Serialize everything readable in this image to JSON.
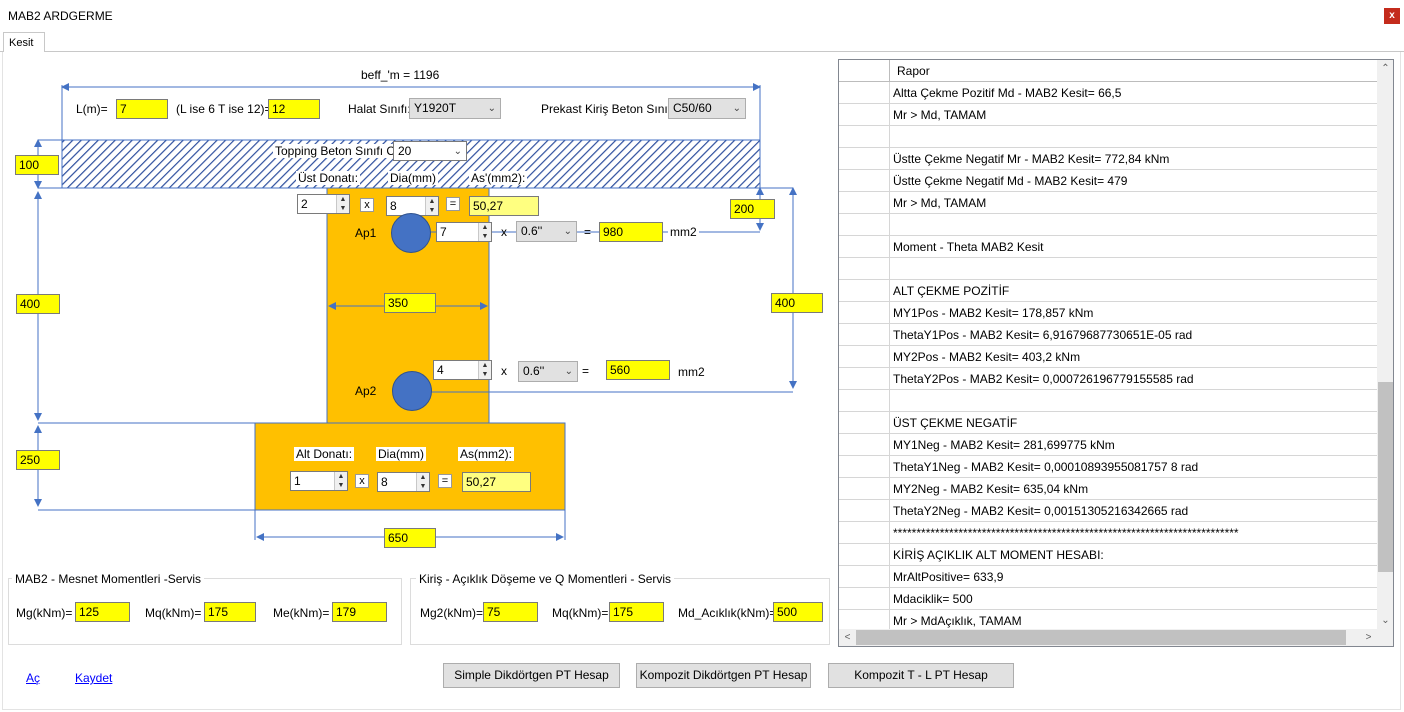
{
  "window": {
    "title": "MAB2 ARDGERME",
    "close": "x"
  },
  "tabs": [
    {
      "label": "Kesit"
    }
  ],
  "top": {
    "beff_label": "beff_'m = 1196",
    "L_label": "L(m)=",
    "L_value": "7",
    "L_cond_label": "(L ise 6 T ise 12)=",
    "L_cond_value": "12",
    "halat_label": "Halat Sınıfı:",
    "halat_value": "Y1920T",
    "prekast_label": "Prekast Kiriş Beton Sınıfı:",
    "prekast_value": "C50/60",
    "topping_label": "Topping Beton Sınıfı C:",
    "topping_value": "20"
  },
  "dims": {
    "d100": "100",
    "d200": "200",
    "d400_left": "400",
    "d400_right": "400",
    "d350": "350",
    "d250": "250",
    "d650": "650"
  },
  "ust": {
    "ust_label": "Üst Donatı:",
    "dia_label": "Dia(mm)",
    "as_label": "As'(mm2):",
    "count": "2",
    "x": "x",
    "dia": "8",
    "eq": "=",
    "as": "50,27"
  },
  "ap1": {
    "label": "Ap1",
    "count": "7",
    "x": "x",
    "size": "0.6''",
    "eq": "=",
    "area": "980",
    "unit": "mm2"
  },
  "ap2": {
    "label": "Ap2",
    "count": "4",
    "x": "x",
    "size": "0.6''",
    "eq": "=",
    "area": "560",
    "unit": "mm2"
  },
  "alt": {
    "alt_label": "Alt Donatı:",
    "dia_label": "Dia(mm)",
    "as_label": "As(mm2):",
    "count": "1",
    "x": "x",
    "dia": "8",
    "eq": "=",
    "as": "50,27"
  },
  "mesnet": {
    "title": "MAB2 - Mesnet Momentleri -Servis",
    "mg_label": "Mg(kNm)=",
    "mg": "125",
    "mq_label": "Mq(kNm)=",
    "mq": "175",
    "me_label": "Me(kNm)=",
    "me": "179"
  },
  "aciklik": {
    "title": "Kiriş - Açıklık Döşeme ve Q Momentleri - Servis",
    "mg2_label": "Mg2(kNm)=",
    "mg2": "75",
    "mq_label": "Mq(kNm)=",
    "mq": "175",
    "md_label": "Md_Acıklık(kNm)=",
    "md": "500"
  },
  "links": {
    "ac": "Aç",
    "kaydet": "Kaydet"
  },
  "buttons": {
    "simple": "Simple Dikdörtgen PT Hesap",
    "kompozit": "Kompozit Dikdörtgen PT Hesap",
    "kompozit_tl": "Kompozit T - L PT Hesap"
  },
  "report": {
    "header": "Rapor",
    "rows": [
      "Altta Çekme Pozitif Md - MAB2 Kesit= 66,5",
      "Mr > Md, TAMAM",
      "",
      "Üstte Çekme Negatif Mr - MAB2 Kesit= 772,84 kNm",
      "Üstte Çekme Negatif Md - MAB2 Kesit= 479",
      "Mr > Md, TAMAM",
      "",
      "Moment - Theta MAB2 Kesit",
      "",
      "ALT ÇEKME POZİTİF",
      "MY1Pos - MAB2 Kesit= 178,857 kNm",
      "ThetaY1Pos - MAB2 Kesit= 6,91679687730651E-05 rad",
      "MY2Pos - MAB2 Kesit= 403,2 kNm",
      "ThetaY2Pos - MAB2 Kesit= 0,000726196779155585 rad",
      "",
      "ÜST ÇEKME NEGATİF",
      "MY1Neg - MAB2 Kesit= 281,699775 kNm",
      "ThetaY1Neg - MAB2 Kesit= 0,00010893955081757 8 rad",
      "MY2Neg - MAB2 Kesit= 635,04 kNm",
      "ThetaY2Neg - MAB2 Kesit= 0,00151305216342665 rad",
      "**************************************************************************",
      "KİRİŞ AÇIKLIK ALT MOMENT HESABI:",
      "MrAltPositive= 633,9",
      "Mdaciklik= 500",
      "Mr > MdAçıklık, TAMAM"
    ]
  },
  "colors": {
    "yellow": "#ffff00",
    "beam": "#ffc000",
    "rebar": "#4472c4",
    "dim": "#4472c4"
  }
}
